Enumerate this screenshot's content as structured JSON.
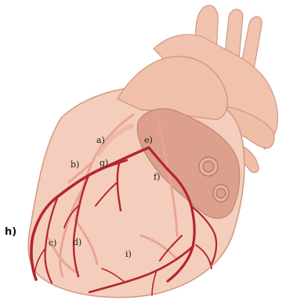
{
  "figure": {
    "labels": {
      "a": "a)",
      "b": "b)",
      "c": "c)",
      "d": "d)",
      "e": "e)",
      "f": "f)",
      "g": "g)",
      "h": "h)",
      "i": "i)"
    }
  },
  "colors": {
    "heart_tissue": "#f2c6b4",
    "heart_shadow": "#dba28e",
    "great_vessels": "#efbfa9",
    "atrium": "#d99a86",
    "artery": "#b3262c",
    "vein": "#e6a99a",
    "outline": "#c88f7c"
  }
}
